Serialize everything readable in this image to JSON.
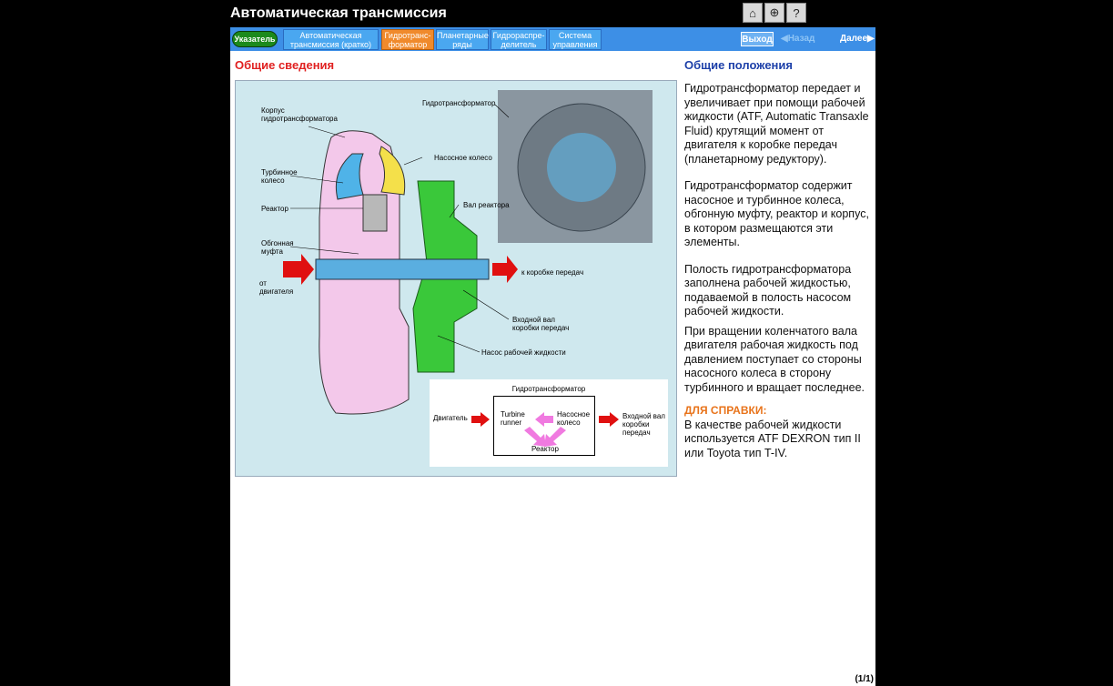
{
  "window": {
    "title": "Автоматическая трансмиссия"
  },
  "top_icons": [
    {
      "name": "home-icon",
      "glyph": "⌂"
    },
    {
      "name": "globe-icon",
      "glyph": "⊕"
    },
    {
      "name": "help-icon",
      "glyph": "?"
    }
  ],
  "nav": {
    "index_label": "Указатель",
    "tabs": [
      {
        "line1": "Автоматическая",
        "line2": "трансмиссия (кратко)",
        "active": false
      },
      {
        "line1": "Гидротранс-",
        "line2": "форматор",
        "active": true
      },
      {
        "line1": "Планетарные",
        "line2": "ряды",
        "active": false
      },
      {
        "line1": "Гидрораспре-",
        "line2": "делитель",
        "active": false
      },
      {
        "line1": "Система",
        "line2": "управления",
        "active": false
      }
    ],
    "exit_label": "Выход",
    "back_label": "Назад",
    "next_label": "Далее"
  },
  "left": {
    "section_title": "Общие сведения",
    "diagram": {
      "labels": {
        "housing": "Корпус гидротрансформатора",
        "turbine": "Турбинное колесо",
        "reactor": "Реактор",
        "clutch": "Обгонная муфта",
        "from_engine": "от двигателя",
        "converter": "Гидротрансформатор",
        "pump": "Насосное колесо",
        "reactor_shaft": "Вал реактора",
        "to_gearbox": "к коробке передач",
        "input_shaft": "Входной вал коробки передач",
        "fluid_pump": "Насос рабочей жидкости"
      },
      "schema": {
        "title": "Гидротрансформатор",
        "engine": "Двигатель",
        "turbine": "Turbine runner",
        "pump": "Насосное колесо",
        "reactor": "Реактор",
        "output": "Входной вал коробки передач"
      }
    }
  },
  "right": {
    "section_title": "Общие положения",
    "paragraphs": [
      "Гидротрансформатор передает и увеличивает при помощи рабочей жидкости (ATF, Automatic Transaxle Fluid) крутящий момент от двигателя к коробке передач (планетарному редуктору).",
      "Гидротрансформатор содержит насосное и турбинное колеса, обгонную муфту, реактор и корпус, в котором размещаются эти элементы.",
      "Полость гидротрансформатора заполнена рабочей жидкостью, подаваемой в полость насосом рабочей жидкости.",
      "При вращении коленчатого вала двигателя рабочая жидкость под давлением поступает со стороны насосного колеса в сторону турбинного и вращает последнее."
    ],
    "reference_label": "ДЛЯ СПРАВКИ:",
    "reference_text": "В качестве рабочей жидкости используется ATF DEXRON тип II или Toyota тип T-IV."
  },
  "pager": "(1/1)",
  "colors": {
    "accent_blue": "#3d8fe6",
    "active_tab": "#f08a2c",
    "title_red": "#e02020",
    "title_blue": "#1c3fa8",
    "ref_orange": "#e8731a"
  }
}
